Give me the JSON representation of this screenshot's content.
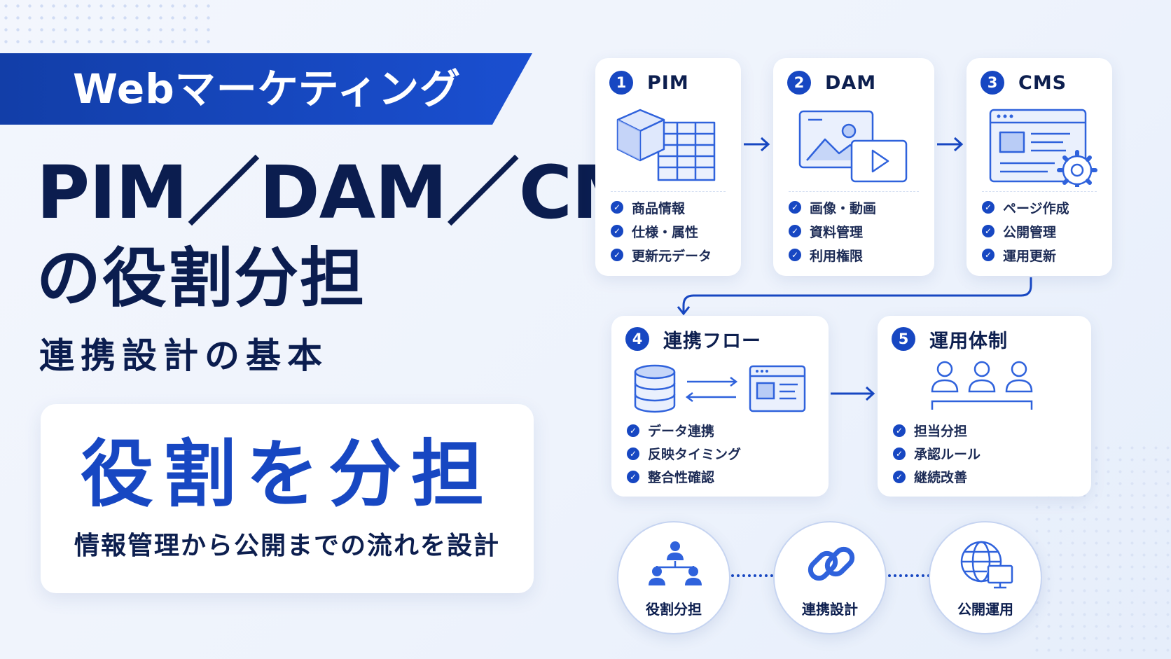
{
  "banner": {
    "label": "Webマーケティング"
  },
  "title": {
    "line1": "PIM／DAM／CMS",
    "line2": "の役割分担",
    "line3": "連携設計の基本"
  },
  "lead": {
    "main": "役割を分担",
    "sub": "情報管理から公開までの流れを設計"
  },
  "cards": [
    {
      "number": "1",
      "title": "PIM",
      "items": [
        "商品情報",
        "仕様・属性",
        "更新元データ"
      ]
    },
    {
      "number": "2",
      "title": "DAM",
      "items": [
        "画像・動画",
        "資料管理",
        "利用権限"
      ]
    },
    {
      "number": "3",
      "title": "CMS",
      "items": [
        "ページ作成",
        "公開管理",
        "運用更新"
      ]
    },
    {
      "number": "4",
      "title": "連携フロー",
      "items": [
        "データ連携",
        "反映タイミング",
        "整合性確認"
      ]
    },
    {
      "number": "5",
      "title": "運用体制",
      "items": [
        "担当分担",
        "承認ルール",
        "継続改善"
      ]
    }
  ],
  "bubbles": [
    {
      "label": "役割分担",
      "icon": "org-chart-icon"
    },
    {
      "label": "連携設計",
      "icon": "chain-link-icon"
    },
    {
      "label": "公開運用",
      "icon": "globe-monitor-icon"
    }
  ],
  "colors": {
    "accent": "#1747c2",
    "navy": "#0b1d4f",
    "background": "#eef3fc"
  }
}
